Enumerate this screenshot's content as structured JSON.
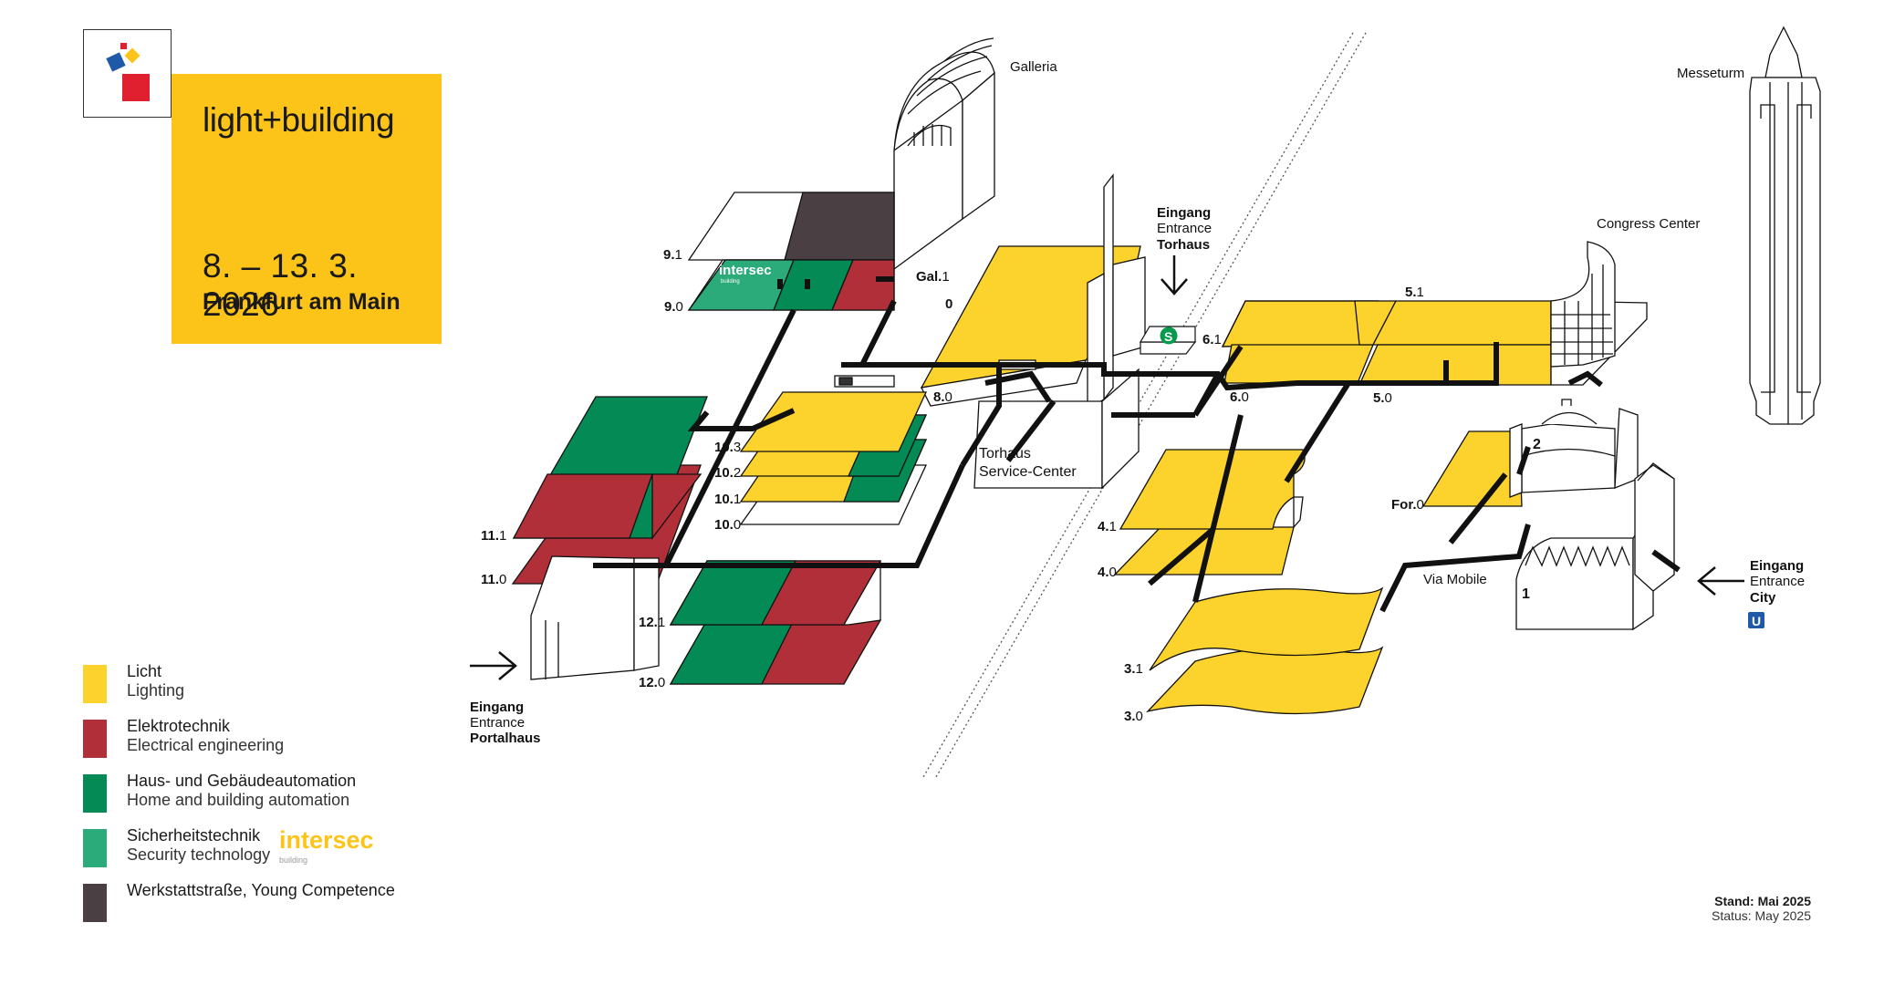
{
  "brand": {
    "name": "light+building",
    "dates": "8. – 13. 3. 2026",
    "city": "Frankfurt am Main",
    "colors": {
      "yellow": "#fcc419",
      "red": "#e0202f",
      "blue": "#1e5aa8",
      "dark": "#333333"
    }
  },
  "legend": [
    {
      "de": "Licht",
      "en": "Lighting",
      "color": "#fcd22c"
    },
    {
      "de": "Elektrotechnik",
      "en": "Electrical engineering",
      "color": "#b02f38"
    },
    {
      "de": "Haus- und Gebäudeautomation",
      "en": "Home and building automation",
      "color": "#048a55"
    },
    {
      "de": "Sicherheitstechnik",
      "en": "Security technology",
      "color": "#2baa7a",
      "logo": "intersec",
      "logo_sub": "building"
    },
    {
      "de": "Werkstattstraße, Young Competence",
      "en": "",
      "color": "#4a3f43"
    }
  ],
  "landmarks": {
    "galleria": "Galleria",
    "messeturm": "Messeturm",
    "congress_center": "Congress Center",
    "torhaus_service": [
      "Torhaus",
      "Service-Center"
    ],
    "via_mobile": "Via Mobile"
  },
  "entrances": {
    "torhaus": {
      "de": "Eingang",
      "en": "Entrance",
      "name": "Torhaus",
      "badge": "S"
    },
    "portalhaus": {
      "de": "Eingang",
      "en": "Entrance",
      "name": "Portalhaus"
    },
    "city": {
      "de": "Eingang",
      "en": "Entrance",
      "name": "City",
      "badge": "U"
    }
  },
  "intersec_tag": {
    "name": "intersec",
    "sub": "building"
  },
  "halls": {
    "h9_1": [
      "9.",
      "1"
    ],
    "h9_0": [
      "9.",
      "0"
    ],
    "gal_1": [
      "Gal.",
      "1"
    ],
    "gal_0": "0",
    "h8_0": [
      "8.",
      "0"
    ],
    "h10_3": [
      "10.",
      "3"
    ],
    "h10_2": [
      "10.",
      "2"
    ],
    "h10_1": [
      "10.",
      "1"
    ],
    "h10_0": [
      "10.",
      "0"
    ],
    "h11_1": [
      "11.",
      "1"
    ],
    "h11_0": [
      "11.",
      "0"
    ],
    "h12_1": [
      "12.",
      "1"
    ],
    "h12_0": [
      "12.",
      "0"
    ],
    "h6_1": [
      "6.",
      "1"
    ],
    "h6_0": [
      "6.",
      "0"
    ],
    "h5_1": [
      "5.",
      "1"
    ],
    "h5_0": [
      "5.",
      "0"
    ],
    "h4_1": [
      "4.",
      "1"
    ],
    "h4_0": [
      "4.",
      "0"
    ],
    "h3_1": [
      "3.",
      "1"
    ],
    "h3_0": [
      "3.",
      "0"
    ],
    "for_0": [
      "For.",
      "0"
    ],
    "h2": "2",
    "h1": "1"
  },
  "status": {
    "de": "Stand: Mai 2025",
    "en": "Status: May 2025"
  }
}
